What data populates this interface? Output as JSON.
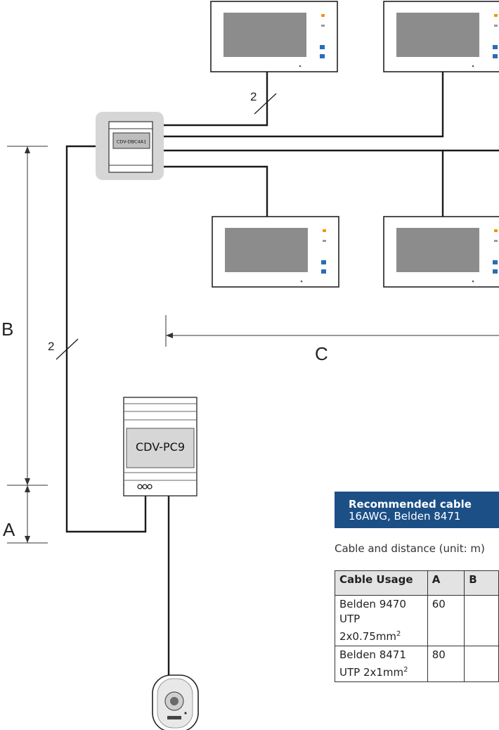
{
  "dimensions": {
    "a": "A",
    "b": "B",
    "c": "C"
  },
  "wire_counts": {
    "monitor_branch": "2",
    "main_line": "2"
  },
  "devices": {
    "distributor_label": "CDV-DBC4A1",
    "power_controller_label": "CDV-PC9"
  },
  "recommended_cable": {
    "title": "Recommended cable",
    "value": "16AWG, Belden 8471"
  },
  "distance_title": "Cable and distance (unit: m)",
  "cable_table": {
    "headers": [
      "Cable Usage",
      "A",
      "B"
    ],
    "rows": [
      {
        "usage_line1": "Belden 9470",
        "usage_line2": "UTP 2x0.75mm",
        "unit_sup": "2",
        "a": "60",
        "b": ""
      },
      {
        "usage_line1": "Belden 8471",
        "usage_line2": "UTP 2x1mm",
        "unit_sup": "2",
        "a": "80",
        "b": ""
      }
    ]
  },
  "colors": {
    "line": "#1a1a1a",
    "header_blue": "#1b4f86",
    "monitor_screen": "#8c8c8c",
    "accent_orange": "#f39200",
    "accent_blue": "#2a6db5"
  }
}
